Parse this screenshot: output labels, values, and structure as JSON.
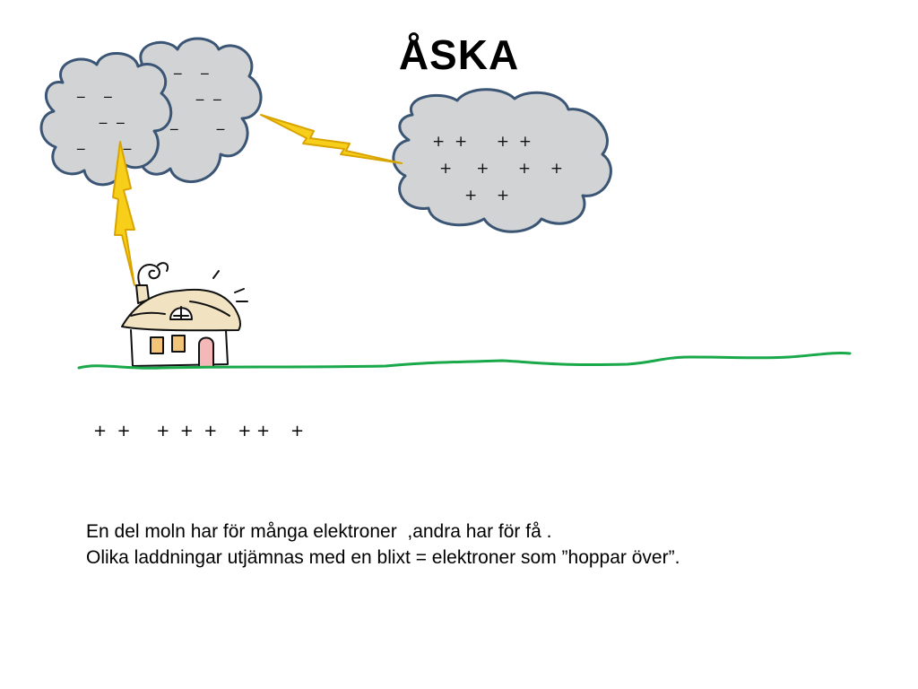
{
  "slide": {
    "title": "ÅSKA"
  },
  "clouds": {
    "negative_cloud_left": {
      "charge_rows": [
        "_    _",
        "  _  _",
        "_        _"
      ]
    },
    "negative_cloud_back": {
      "charge_rows": [
        "_    _",
        "  _  _",
        "_        _"
      ]
    },
    "positive_cloud": {
      "charge_rows": [
        "+  +      +  +",
        "+     +      +    +",
        "+    +"
      ]
    }
  },
  "ground": {
    "charges": "+  +     +  +  +    + +    +"
  },
  "caption": {
    "line1": "En del moln har för många elektroner  ,andra har för få .",
    "line2": "Olika laddningar utjämnas med en blixt = elektroner som ”hoppar över”."
  },
  "colors": {
    "cloud_fill": "#d2d3d5",
    "cloud_outline": "#3b5575",
    "lightning_fill": "#f7cf1b",
    "lightning_outline": "#d9a400",
    "ground_line": "#19a84a",
    "house_roof": "#f1e3c2"
  }
}
